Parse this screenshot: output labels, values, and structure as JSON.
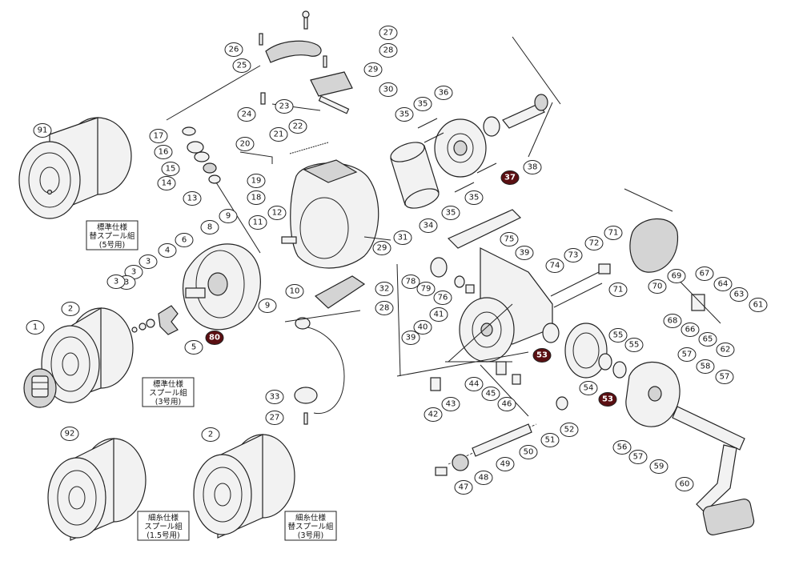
{
  "part_labels": [
    "1",
    "2",
    "2",
    "3",
    "3",
    "3",
    "3",
    "4",
    "5",
    "6",
    "8",
    "9",
    "9",
    "10",
    "11",
    "12",
    "13",
    "14",
    "15",
    "16",
    "17",
    "18",
    "19",
    "20",
    "21",
    "22",
    "23",
    "24",
    "25",
    "26",
    "27",
    "27",
    "28",
    "28",
    "29",
    "29",
    "30",
    "31",
    "32",
    "33",
    "34",
    "35",
    "35",
    "35",
    "35",
    "36",
    "37",
    "38",
    "39",
    "39",
    "40",
    "41",
    "42",
    "43",
    "44",
    "45",
    "46",
    "47",
    "48",
    "49",
    "50",
    "51",
    "52",
    "53",
    "53",
    "54",
    "55",
    "55",
    "56",
    "57",
    "57",
    "57",
    "58",
    "59",
    "60",
    "61",
    "62",
    "63",
    "64",
    "65",
    "66",
    "67",
    "68",
    "69",
    "70",
    "71",
    "71",
    "72",
    "73",
    "74",
    "75",
    "76",
    "78",
    "79",
    "80",
    "91",
    "92"
  ],
  "highlighted_labels": [
    "37",
    "53",
    "80"
  ],
  "spool_notes": [
    {
      "lines": [
        "標準仕様",
        "替スプール組",
        "(5号用)"
      ]
    },
    {
      "lines": [
        "標準仕様",
        "スプール組",
        "(3号用)"
      ]
    },
    {
      "lines": [
        "細糸仕様",
        "スプール組",
        "(1.5号用)"
      ]
    },
    {
      "lines": [
        "細糸仕様",
        "替スプール組",
        "(3号用)"
      ]
    }
  ]
}
